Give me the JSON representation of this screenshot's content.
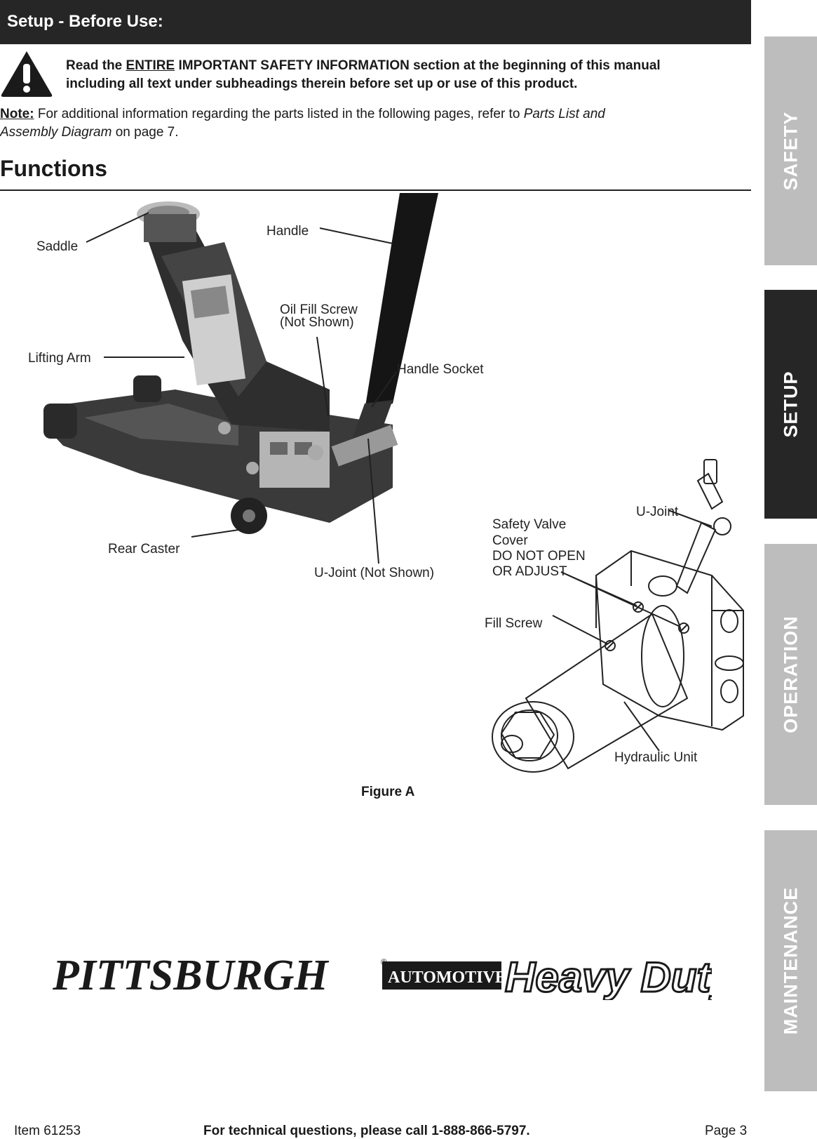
{
  "header": {
    "title": "Setup - Before Use:"
  },
  "warning": {
    "icon": "warning-triangle-icon",
    "pre": "Read the ",
    "emph": "ENTIRE",
    "post": " IMPORTANT SAFETY INFORMATION section at the beginning of this manual including all text under subheadings therein before set up or use of this product."
  },
  "note": {
    "label": "Note:",
    "text1": " For additional information regarding the parts listed in the following pages, refer to ",
    "italic": "Parts List and Assembly Diagram",
    "text2": " on page 7."
  },
  "section_title": "Functions",
  "figure": {
    "labels": {
      "saddle": "Saddle",
      "handle": "Handle",
      "oil_fill_1": "Oil Fill Screw",
      "oil_fill_2": "(Not Shown)",
      "lifting_arm": "Lifting Arm",
      "handle_socket": "Handle Socket",
      "rear_caster": "Rear Caster",
      "ujoint_not_shown": "U-Joint (Not Shown)",
      "ujoint": "U-Joint",
      "safety_valve_1": "Safety Valve",
      "safety_valve_2": "Cover",
      "safety_valve_3": "DO NOT OPEN",
      "safety_valve_4": "OR ADJUST",
      "fill_screw": "Fill Screw",
      "hydraulic_unit": "Hydraulic Unit"
    },
    "caption": "Figure A"
  },
  "logo": {
    "brand": "PITTSBURGH",
    "sub": "AUTOMOTIVE",
    "tag": "Heavy Duty",
    "reg": "®"
  },
  "tabs": [
    {
      "label": "SAFETY",
      "state": "inactive"
    },
    {
      "label": "SETUP",
      "state": "active"
    },
    {
      "label": "OPERATION",
      "state": "inactive"
    },
    {
      "label": "MAINTENANCE",
      "state": "inactive"
    }
  ],
  "footer": {
    "item": "Item 61253",
    "support": "For technical questions, please call 1-888-866-5797.",
    "page": "Page 3"
  },
  "colors": {
    "dark": "#262626",
    "tab_light": "#bdbdbd"
  }
}
